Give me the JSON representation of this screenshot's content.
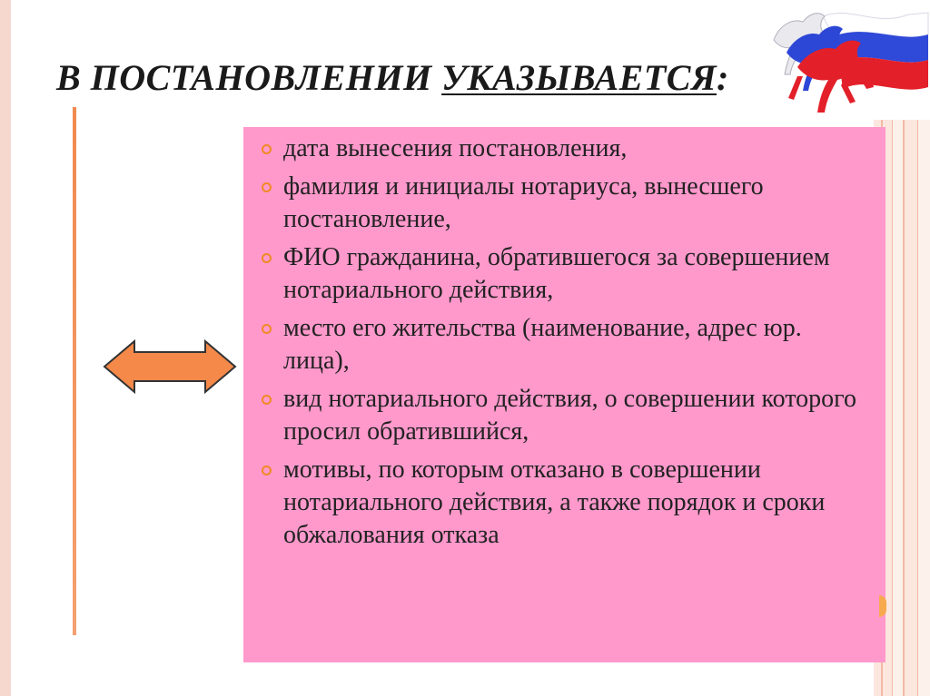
{
  "slide": {
    "title_prefix": "В ПОСТАНОВЛЕНИИ ",
    "title_underlined": "УКАЗЫВАЕТСЯ",
    "title_suffix": ":",
    "items": [
      "дата вынесения постановления,",
      "фамилия и инициалы нотариуса, вынесшего постановление,",
      "ФИО гражданина, обратившегося за совершением нотариального действия,",
      "место его жительства (наименование, адрес юр. лица),",
      "вид нотариального действия, о совершении которого просил обратившийся,",
      "мотивы, по которым отказано в совершении нотариального действия, а также порядок и сроки обжалования отказа"
    ]
  },
  "colors": {
    "content_box": "#ff99cc",
    "arrow_fill": "#f4894a",
    "bullet": "#f08a24",
    "accent_line": "#f08a4f"
  },
  "icons": {
    "logo": "russian-flag-horses-logo",
    "arrow": "double-headed-arrow-icon",
    "bullet": "ring-bullet-icon"
  }
}
